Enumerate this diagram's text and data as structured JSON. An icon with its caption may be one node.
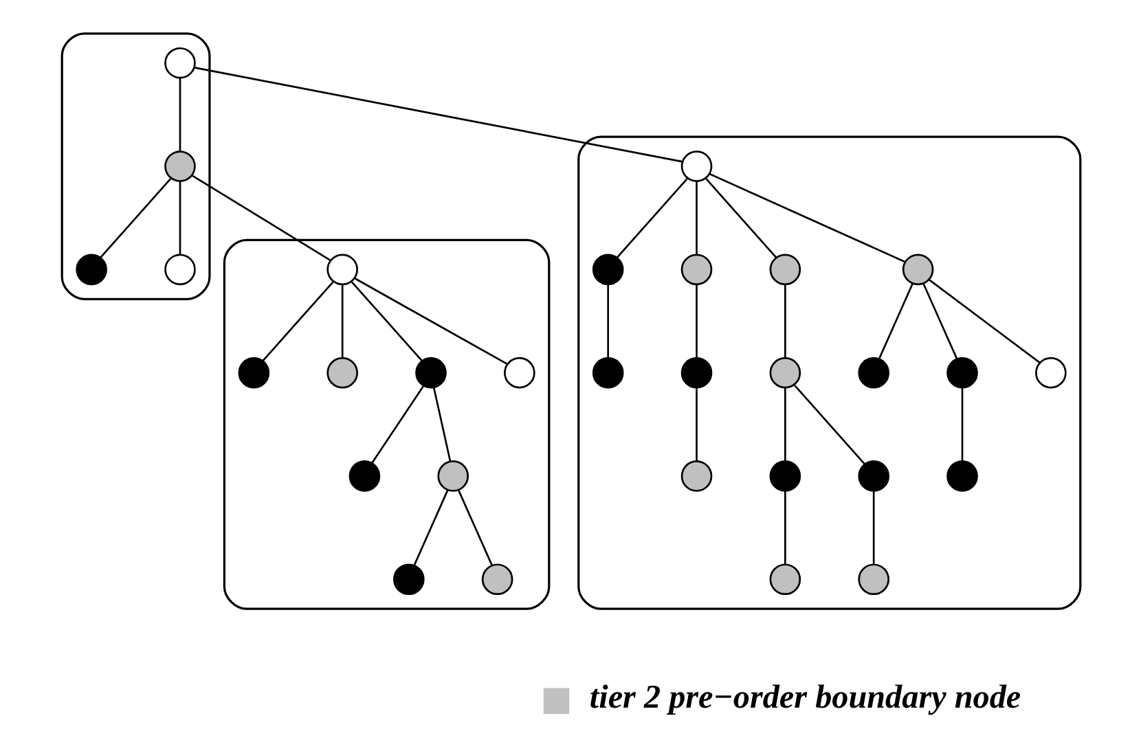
{
  "diagram": {
    "nodes": [
      {
        "text": [],
        "shape": "region"
      },
      {
        "text": [],
        "shape": "circle",
        "in": 0
      },
      {
        "text": [],
        "shape": "circle",
        "in": 0
      },
      {
        "text": [],
        "shape": "circle",
        "in": 0
      },
      {
        "text": [],
        "shape": "circle",
        "in": 0
      },
      {
        "text": [],
        "shape": "region"
      },
      {
        "text": [],
        "shape": "circle",
        "in": 5
      },
      {
        "text": [],
        "shape": "circle",
        "in": 5
      },
      {
        "text": [],
        "shape": "circle",
        "in": 5
      },
      {
        "text": [],
        "shape": "circle",
        "in": 5
      },
      {
        "text": [],
        "shape": "circle",
        "in": 5
      },
      {
        "text": [],
        "shape": "circle",
        "in": 5
      },
      {
        "text": [],
        "shape": "circle",
        "in": 5
      },
      {
        "text": [],
        "shape": "circle",
        "in": 5
      },
      {
        "text": [],
        "shape": "circle",
        "in": 5
      },
      {
        "text": [],
        "shape": "circle",
        "in": 5
      },
      {
        "text": [],
        "shape": "circle",
        "in": 5
      },
      {
        "text": [],
        "shape": "circle",
        "in": 5
      },
      {
        "text": [],
        "shape": "circle",
        "in": 5
      },
      {
        "text": [],
        "shape": "circle",
        "in": 5
      },
      {
        "text": [],
        "shape": "circle",
        "in": 5
      },
      {
        "text": [],
        "shape": "circle",
        "in": 5
      },
      {
        "text": [],
        "shape": "circle",
        "in": 5
      },
      {
        "text": [],
        "shape": "region"
      },
      {
        "text": [],
        "shape": "circle",
        "in": 23
      },
      {
        "text": [],
        "shape": "circle",
        "in": 23
      },
      {
        "text": [],
        "shape": "circle",
        "in": 23
      },
      {
        "text": [],
        "shape": "circle",
        "in": 23
      },
      {
        "text": [],
        "shape": "circle",
        "in": 23
      },
      {
        "text": [],
        "shape": "circle",
        "in": 23
      },
      {
        "text": [],
        "shape": "circle",
        "in": 23
      },
      {
        "text": [],
        "shape": "circle",
        "in": 23
      },
      {
        "text": [],
        "shape": "circle",
        "in": 23
      }
    ],
    "edges": [
      {
        "from": 1,
        "to": 6,
        "arrow": "none"
      },
      {
        "from": 1,
        "to": 2,
        "arrow": "none"
      },
      {
        "from": 2,
        "to": 3,
        "arrow": "none"
      },
      {
        "from": 2,
        "to": 4,
        "arrow": "none"
      },
      {
        "from": 2,
        "to": 24,
        "arrow": "none"
      },
      {
        "from": 6,
        "to": 7,
        "arrow": "none"
      },
      {
        "from": 6,
        "to": 8,
        "arrow": "none"
      },
      {
        "from": 6,
        "to": 9,
        "arrow": "none"
      },
      {
        "from": 6,
        "to": 10,
        "arrow": "none"
      },
      {
        "from": 7,
        "to": 11,
        "arrow": "none"
      },
      {
        "from": 8,
        "to": 12,
        "arrow": "none"
      },
      {
        "from": 12,
        "to": 17,
        "arrow": "none"
      },
      {
        "from": 9,
        "to": 13,
        "arrow": "none"
      },
      {
        "from": 13,
        "to": 18,
        "arrow": "none"
      },
      {
        "from": 13,
        "to": 19,
        "arrow": "none"
      },
      {
        "from": 18,
        "to": 21,
        "arrow": "none"
      },
      {
        "from": 19,
        "to": 22,
        "arrow": "none"
      },
      {
        "from": 10,
        "to": 14,
        "arrow": "none"
      },
      {
        "from": 10,
        "to": 15,
        "arrow": "none"
      },
      {
        "from": 10,
        "to": 16,
        "arrow": "none"
      },
      {
        "from": 15,
        "to": 20,
        "arrow": "none"
      },
      {
        "from": 24,
        "to": 25,
        "arrow": "none"
      },
      {
        "from": 24,
        "to": 26,
        "arrow": "none"
      },
      {
        "from": 24,
        "to": 27,
        "arrow": "none"
      },
      {
        "from": 24,
        "to": 28,
        "arrow": "none"
      },
      {
        "from": 27,
        "to": 29,
        "arrow": "none"
      },
      {
        "from": 27,
        "to": 30,
        "arrow": "none"
      },
      {
        "from": 30,
        "to": 31,
        "arrow": "none"
      },
      {
        "from": 30,
        "to": 32,
        "arrow": "none"
      }
    ],
    "legend": [
      {
        "text": "tier 2 pre−order boundary node",
        "color": "#c0c0c0"
      }
    ]
  }
}
